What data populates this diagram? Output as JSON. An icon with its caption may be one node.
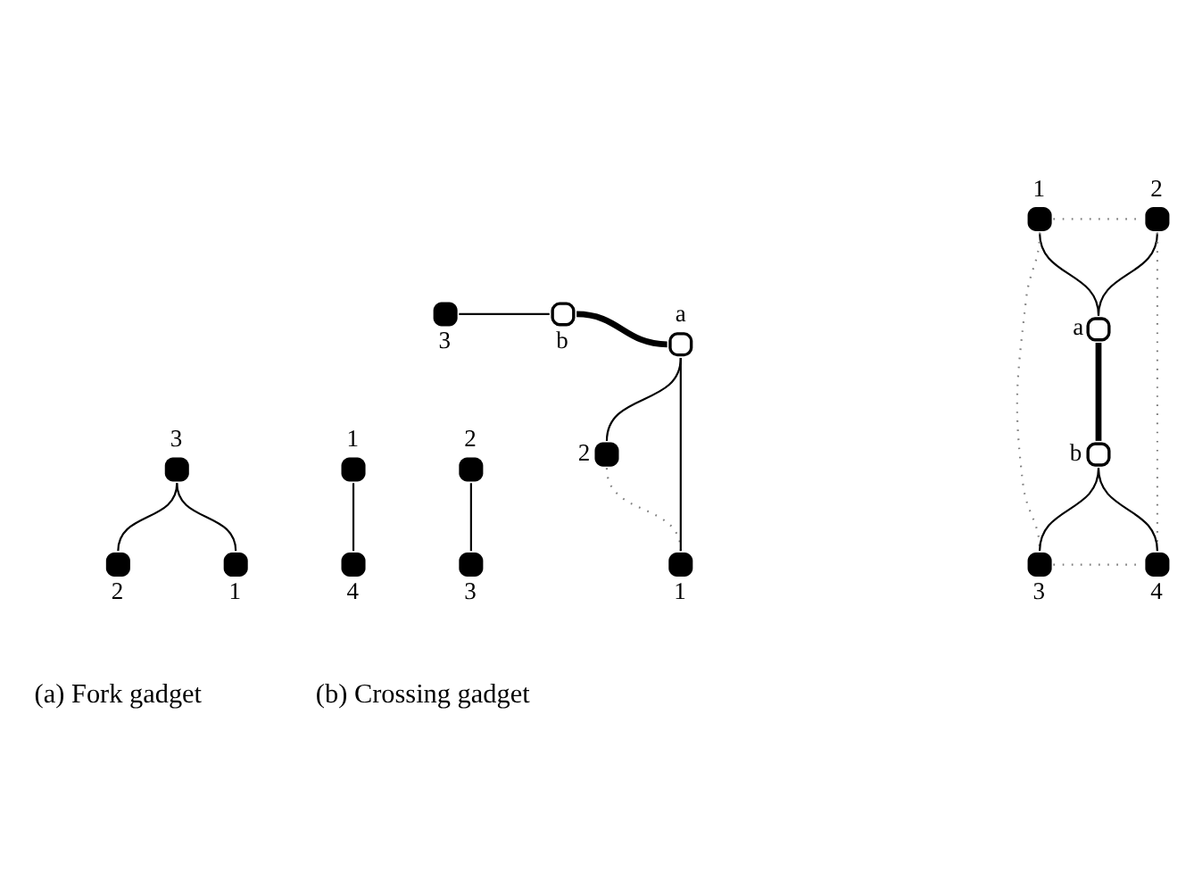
{
  "diagram": {
    "nodes": [
      {
        "text": [],
        "shape": "dot",
        "beside": [
          "2"
        ]
      },
      {
        "text": [],
        "shape": "dot",
        "beside": [
          "3"
        ]
      },
      {
        "text": [],
        "shape": "dot",
        "beside": [
          "1"
        ]
      },
      {
        "text": [],
        "shape": "dot",
        "beside": [
          "1"
        ]
      },
      {
        "text": [],
        "shape": "dot",
        "beside": [
          "2"
        ]
      },
      {
        "text": [],
        "shape": "dot",
        "beside": [
          "3"
        ]
      },
      {
        "text": [],
        "shape": "dot",
        "beside": [
          "4"
        ]
      },
      {
        "text": [],
        "shape": "dot",
        "beside": [
          "2"
        ]
      },
      {
        "text": [],
        "shape": "dot",
        "beside": [
          "3"
        ]
      },
      {
        "text": [],
        "shape": "circle",
        "beside": [
          "b"
        ]
      },
      {
        "text": [],
        "shape": "circle",
        "beside": [
          "a"
        ]
      },
      {
        "text": [],
        "shape": "dot",
        "beside": [
          "1"
        ]
      },
      {
        "text": [],
        "shape": "dot",
        "beside": [
          "1"
        ]
      },
      {
        "text": [],
        "shape": "dot",
        "beside": [
          "2"
        ]
      },
      {
        "text": [],
        "shape": "circle",
        "beside": [
          "a"
        ]
      },
      {
        "text": [],
        "shape": "circle",
        "beside": [
          "b"
        ]
      },
      {
        "text": [],
        "shape": "dot",
        "beside": [
          "3"
        ]
      },
      {
        "text": [],
        "shape": "dot",
        "beside": [
          "4"
        ]
      }
    ],
    "edges": [
      {
        "from": 1,
        "to": 0,
        "arrow": "none"
      },
      {
        "from": 1,
        "to": 2,
        "arrow": "none"
      },
      {
        "from": 3,
        "to": 6,
        "arrow": "none"
      },
      {
        "from": 4,
        "to": 5,
        "arrow": "none"
      },
      {
        "from": 8,
        "to": 9,
        "arrow": "none"
      },
      {
        "from": 9,
        "to": 10,
        "arrow": "none",
        "style": "thick"
      },
      {
        "from": 10,
        "to": 7,
        "arrow": "none"
      },
      {
        "from": 10,
        "to": 11,
        "arrow": "none"
      },
      {
        "from": 7,
        "to": 11,
        "arrow": "none",
        "style": "dashed",
        "color": "#808080"
      },
      {
        "from": 12,
        "to": 14,
        "arrow": "none"
      },
      {
        "from": 13,
        "to": 14,
        "arrow": "none"
      },
      {
        "from": 14,
        "to": 15,
        "arrow": "none",
        "style": "thick"
      },
      {
        "from": 15,
        "to": 16,
        "arrow": "none"
      },
      {
        "from": 15,
        "to": 17,
        "arrow": "none"
      },
      {
        "from": 12,
        "to": 13,
        "arrow": "none",
        "style": "dashed",
        "color": "#808080"
      },
      {
        "from": 12,
        "to": 16,
        "arrow": "none",
        "style": "dashed",
        "color": "#808080"
      },
      {
        "from": 13,
        "to": 17,
        "arrow": "none",
        "style": "dashed",
        "color": "#808080"
      },
      {
        "from": 16,
        "to": 17,
        "arrow": "none",
        "style": "dashed",
        "color": "#808080"
      }
    ],
    "labels": [
      "(a) Fork gadget",
      "(b) Crossing gadget"
    ]
  }
}
